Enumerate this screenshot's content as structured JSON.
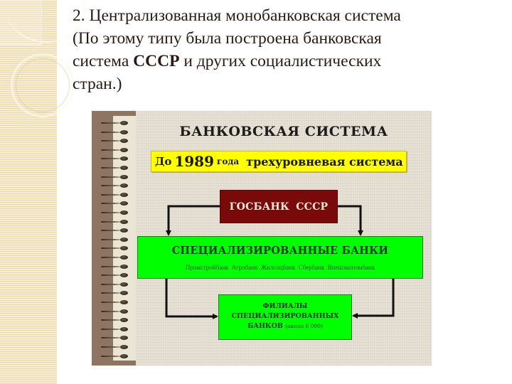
{
  "slide": {
    "heading": {
      "line1": "2. Централизованная монобанковская система",
      "line2": "(По этому типу была построена банковская",
      "line3_pre": "система ",
      "line3_bold": "СССР",
      "line3_post": " и других социалистических",
      "line4": "стран.)"
    },
    "diagram": {
      "title": "БАНКОВСКАЯ   СИСТЕМА",
      "period": {
        "prefix": "До",
        "year": "1989",
        "suffix": "года",
        "label": "трехуровневая система"
      },
      "top_level": {
        "label": "ГОСБАНК  СССР",
        "color": "#7a0a0a"
      },
      "middle_level": {
        "title": "СПЕЦИАЛИЗИРОВАННЫЕ БАНКИ",
        "banks": [
          "Промстройбанк",
          "Агробанк",
          "Жилсоцбанк",
          "Сбербанк",
          "Внешэкономбанк"
        ],
        "banks_text": "Промстройбанк  Агробанк  Жилсоцбанк  Сбербанк  Внешэкономбанк",
        "color": "#00ff00"
      },
      "bottom_level": {
        "line1": "ФИЛИАЛЫ",
        "line2": "СПЕЦИАЛИЗИРОВАННЫХ",
        "line3": "БАНКОВ",
        "note": "(около 6 000)",
        "color": "#00ff00"
      },
      "highlight_color": "#ffff00"
    }
  }
}
